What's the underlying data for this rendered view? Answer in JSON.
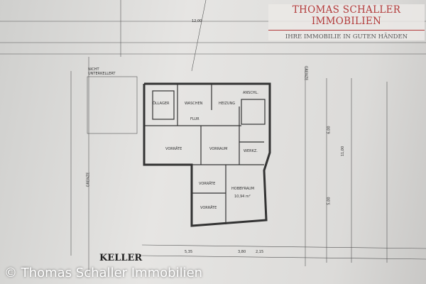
{
  "logo": {
    "title": "Thomas Schaller Immobilien",
    "subtitle": "IHRE IMMOBILIE IN GUTEN HÄNDEN",
    "color": "#b23a3a"
  },
  "watermark": "© Thomas Schaller Immobilien",
  "plan": {
    "title": "KELLER",
    "rooms": {
      "oellager": "ÖLLAGER",
      "waschen": "WASCHEN",
      "heizung": "HEIZUNG",
      "anschl": "ANSCHL.",
      "flur": "FLUR",
      "vorraete1": "VORRÄTE",
      "vorraum": "VORRAUM",
      "werkz": "WERKZ.",
      "vorraete2": "VORRÄTE",
      "vorraete3": "VORRÄTE",
      "hobbyraum": "HOBBYRAUM",
      "hobby_area": "10,94 m²"
    },
    "notes": {
      "nicht_unterkellert": "NICHT UNTERKELLERT",
      "grenze": "GRENZE",
      "grenze2": "GRENZE"
    },
    "dims": {
      "top1": "12,00",
      "bottom1": "5,35",
      "bottom2": "3,80",
      "bottom3": "2,15",
      "right1": "11,00",
      "right2": "6,00",
      "right3": "5,00"
    }
  }
}
